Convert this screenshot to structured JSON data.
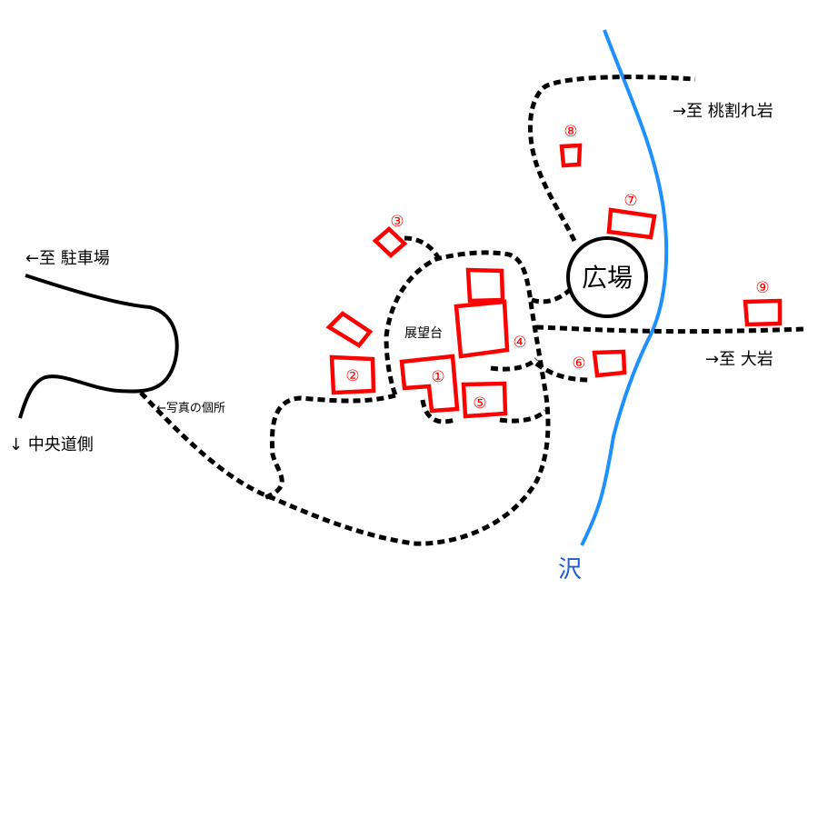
{
  "labels": {
    "parking": "←至 駐車場",
    "chuo": "↓ 中央道側",
    "photo_spot": "←写真の個所",
    "observatory": "展望台",
    "plaza": "広場",
    "momowari": "→至 桃割れ岩",
    "oiwa": "→至 大岩",
    "stream": "沢"
  },
  "markers": [
    "①",
    "②",
    "③",
    "④",
    "⑤",
    "⑥",
    "⑦",
    "⑧",
    "⑨"
  ],
  "colors": {
    "building": "#ff0000",
    "stream": "#1e90ff",
    "path": "#000000"
  }
}
